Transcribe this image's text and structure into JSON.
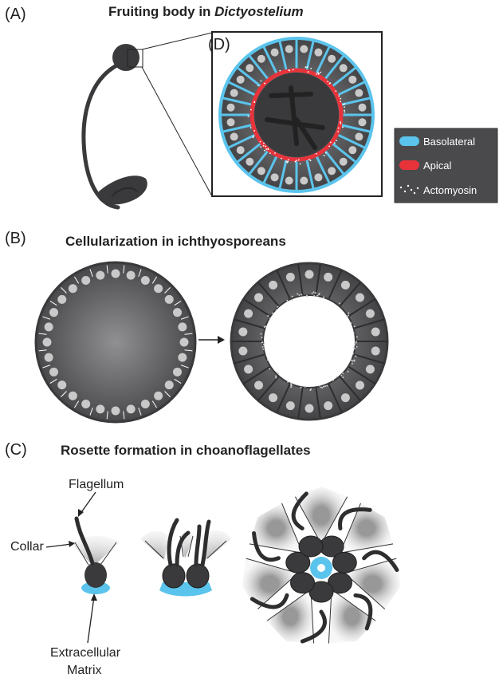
{
  "panels": {
    "a": {
      "letter": "(A)",
      "title_prefix": "Fruiting body in ",
      "title_italic": "Dictyostelium"
    },
    "d": {
      "letter": "(D)"
    },
    "b": {
      "letter": "(B)",
      "title": "Cellularization in ichthyosporeans"
    },
    "c": {
      "letter": "(C)",
      "title": "Rosette formation in choanoflagellates"
    }
  },
  "legend": {
    "items": [
      {
        "label": "Basolateral",
        "color": "#5bc4ec",
        "swatch": "bar"
      },
      {
        "label": "Apical",
        "color": "#e8333b",
        "swatch": "bar"
      },
      {
        "label": "Actomyosin",
        "color": "#ffffff",
        "swatch": "dots"
      }
    ]
  },
  "annotations": {
    "flagellum": "Flagellum",
    "collar": "Collar",
    "ecm_line1": "Extracellular",
    "ecm_line2": "Matrix"
  },
  "colors": {
    "cell_dark": "#3a3a3c",
    "cell_mid": "#6e6e70",
    "nucleus": "#c9c9c9",
    "basolateral": "#5bc4ec",
    "apical": "#e8333b",
    "legend_bg": "#4a4a4c"
  }
}
